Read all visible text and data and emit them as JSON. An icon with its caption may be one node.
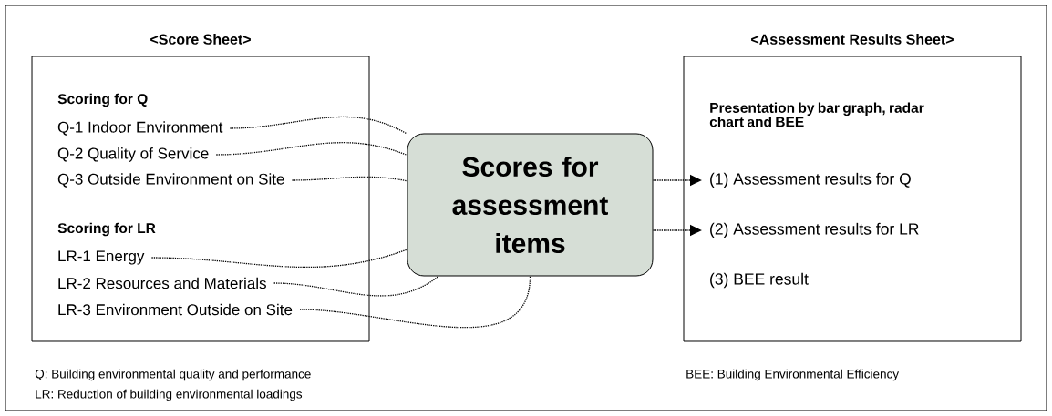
{
  "diagram": {
    "nodes": [
      {
        "text": [
          "<Score Sheet>",
          "Scoring for Q",
          "Scoring for LR"
        ]
      },
      {
        "text": [
          "Q-1 Indoor Environment"
        ],
        "in": 0
      },
      {
        "text": [
          "Q-2 Quality of Service"
        ],
        "in": 0
      },
      {
        "text": [
          "Q-3 Outside Environment on Site"
        ],
        "in": 0
      },
      {
        "text": [
          "LR-1 Energy"
        ],
        "in": 0
      },
      {
        "text": [
          "LR-2 Resources and Materials"
        ],
        "in": 0
      },
      {
        "text": [
          "LR-3 Environment Outside on Site"
        ],
        "in": 0
      },
      {
        "text": [
          "Scores for assessment items"
        ]
      },
      {
        "text": [
          "<Assessment Results Sheet>",
          "Presentation by bar graph, radar chart and BEE"
        ]
      },
      {
        "text": [
          "(1) Assessment results for Q"
        ],
        "in": 8
      },
      {
        "text": [
          "(2) Assessment results for LR"
        ],
        "in": 8
      },
      {
        "text": [
          "(3) BEE result"
        ],
        "in": 8
      }
    ],
    "edges": [
      {
        "from": 1,
        "to": 7,
        "arrow": "none"
      },
      {
        "from": 2,
        "to": 7,
        "arrow": "none"
      },
      {
        "from": 3,
        "to": 7,
        "arrow": "none"
      },
      {
        "from": 4,
        "to": 7,
        "arrow": "none"
      },
      {
        "from": 5,
        "to": 7,
        "arrow": "none"
      },
      {
        "from": 6,
        "to": 7,
        "arrow": "none"
      },
      {
        "from": 7,
        "to": 9,
        "arrow": "to"
      },
      {
        "from": 7,
        "to": 10,
        "arrow": "to"
      }
    ],
    "labels": [
      "Q: Building environmental quality and performance",
      "LR: Reduction of building environmental loadings",
      "BEE: Building Environmental Efficiency"
    ]
  }
}
